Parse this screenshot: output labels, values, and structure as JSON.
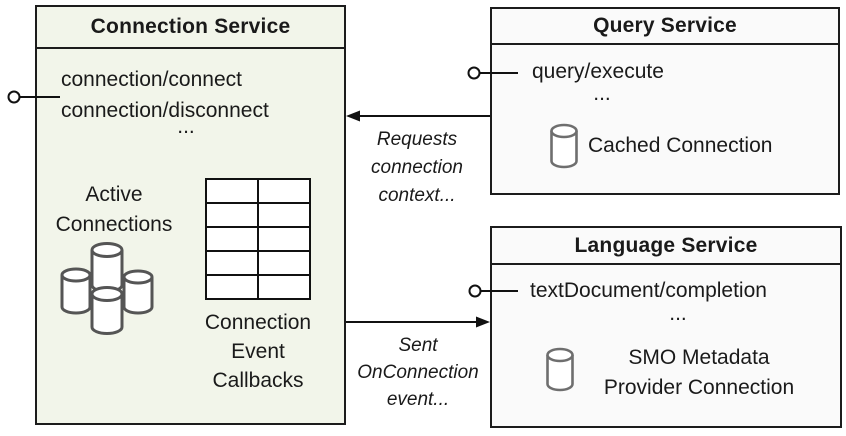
{
  "colors": {
    "connection_fill": "#f2f5ea",
    "service_fill": "#fafafa",
    "border": "#1c1c1c",
    "icon_gray": "#6e6e6e",
    "cluster_gray": "#555555"
  },
  "connection_service": {
    "title": "Connection Service",
    "methods": [
      "connection/connect",
      "connection/disconnect"
    ],
    "more": "...",
    "interface_icon": "lollipop-connector-icon",
    "active_connections": {
      "icon": "database-cluster-icon",
      "label_lines": [
        "Active",
        "Connections"
      ]
    },
    "callbacks": {
      "icon": "table-grid-icon",
      "rows": 5,
      "cols": 2,
      "label_lines": [
        "Connection",
        "Event",
        "Callbacks"
      ]
    }
  },
  "query_service": {
    "title": "Query Service",
    "methods": [
      "query/execute"
    ],
    "more": "...",
    "interface_icon": "lollipop-connector-icon",
    "cached_connection": {
      "icon": "database-icon",
      "label": "Cached Connection"
    }
  },
  "language_service": {
    "title": "Language Service",
    "methods": [
      "textDocument/completion"
    ],
    "more": "...",
    "interface_icon": "lollipop-connector-icon",
    "smo_connection": {
      "icon": "database-icon",
      "label_lines": [
        "SMO Metadata",
        "Provider Connection"
      ]
    }
  },
  "arrows": [
    {
      "name": "requests-connection-context",
      "direction": "left",
      "label_lines": [
        "Requests",
        "connection",
        "context..."
      ]
    },
    {
      "name": "sent-onconnection-event",
      "direction": "right",
      "label_lines": [
        "Sent",
        "OnConnection",
        "event..."
      ]
    }
  ]
}
